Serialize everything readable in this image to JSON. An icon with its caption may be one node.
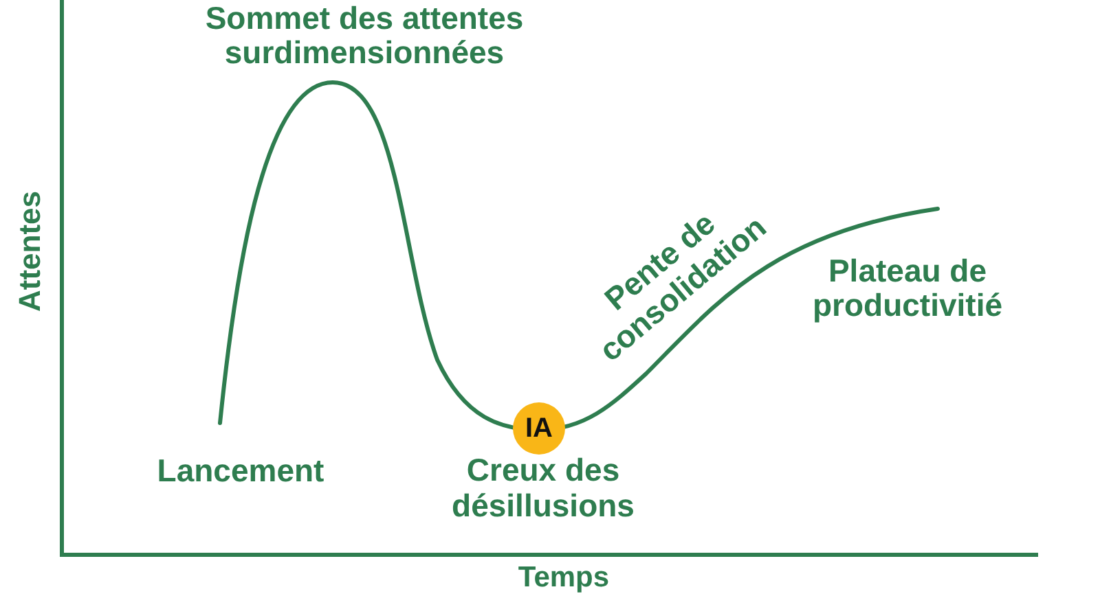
{
  "diagram": {
    "nodes": [
      {
        "text": [
          "IA"
        ]
      }
    ],
    "labels": [
      "Sommet des attentes surdimensionnées",
      "Attentes",
      "Pente de consolidation",
      "Plateau de productivitié",
      "Lancement",
      "Creux des désillusions",
      "Temps"
    ]
  }
}
